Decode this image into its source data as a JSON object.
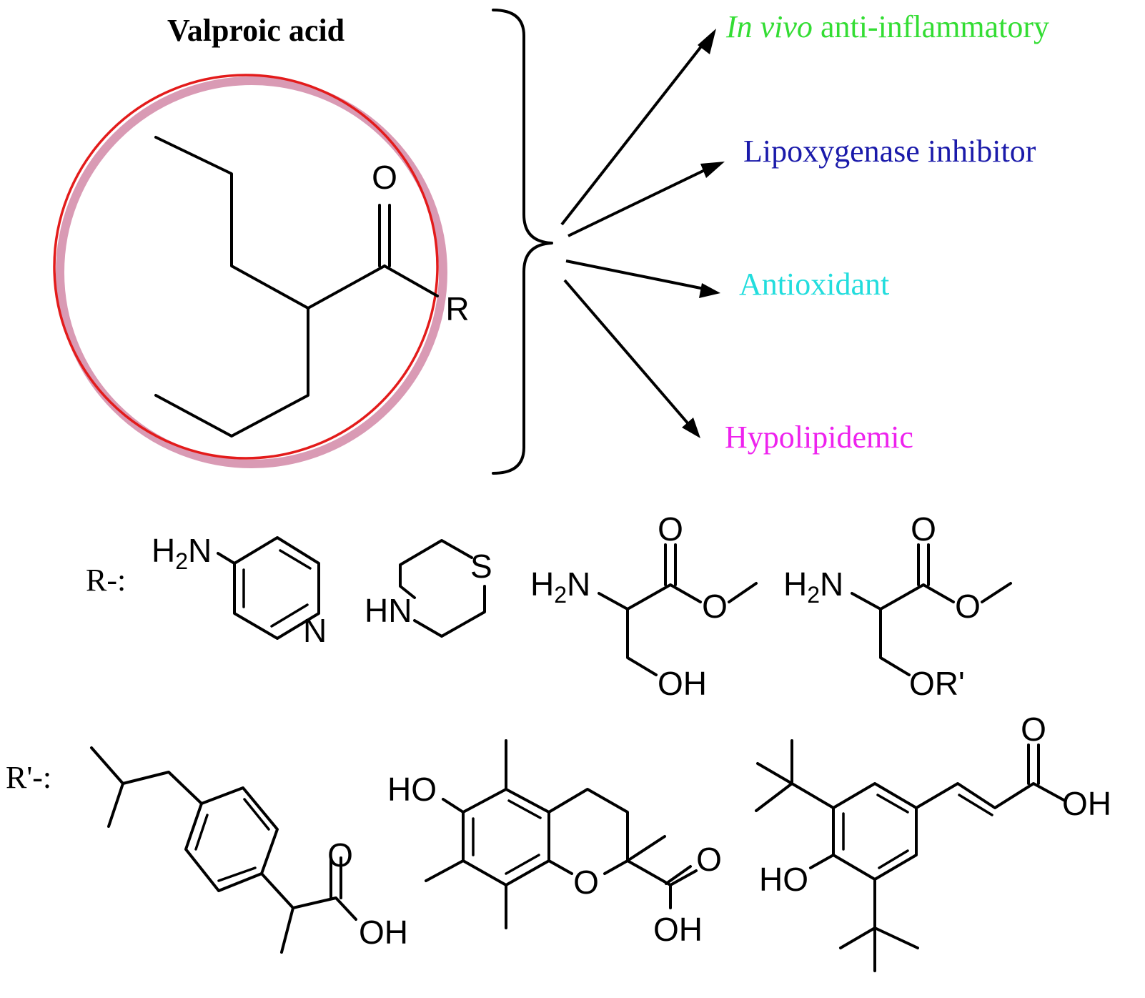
{
  "title": "Valproic acid",
  "core": {
    "atom_O": "O",
    "atom_R": "R"
  },
  "activities": {
    "in_vivo_italic": "In vivo",
    "in_vivo_rest": " anti-inflammatory",
    "lipoxygenase": "Lipoxygenase inhibitor",
    "antioxidant": "Antioxidant",
    "hypolipidemic": "Hypolipidemic",
    "colors": {
      "anti_inflammatory": "#33dd33",
      "lipoxygenase": "#1a1aaa",
      "antioxidant": "#22dddd",
      "hypolipidemic": "#ee22ee"
    }
  },
  "highlight": {
    "circle_color": "#e31b1b",
    "shadow_color": "#d99ab4"
  },
  "r_groups": {
    "label": "R-:",
    "aminopyridine": {
      "amine": "H2N",
      "ring_N": "N"
    },
    "thiomorpholine": {
      "S": "S",
      "NH": "HN"
    },
    "serine_ester": {
      "amine": "H2N",
      "carbonyl_O": "O",
      "ester_O": "O",
      "hydroxyl": "OH"
    },
    "serine_ester_substituted": {
      "amine": "H2N",
      "carbonyl_O": "O",
      "ester_O": "O",
      "ether": "OR'"
    }
  },
  "r_prime_groups": {
    "label": "R'-:",
    "ibuprofen": {
      "carbonyl_O": "O",
      "hydroxyl": "OH"
    },
    "trolox": {
      "phenol": "HO",
      "ring_O": "O",
      "carbonyl_O": "O",
      "hydroxyl": "OH"
    },
    "di_tert_butyl_cinnamic": {
      "carbonyl_O": "O",
      "hydroxyl": "OH",
      "phenol": "HO"
    }
  }
}
